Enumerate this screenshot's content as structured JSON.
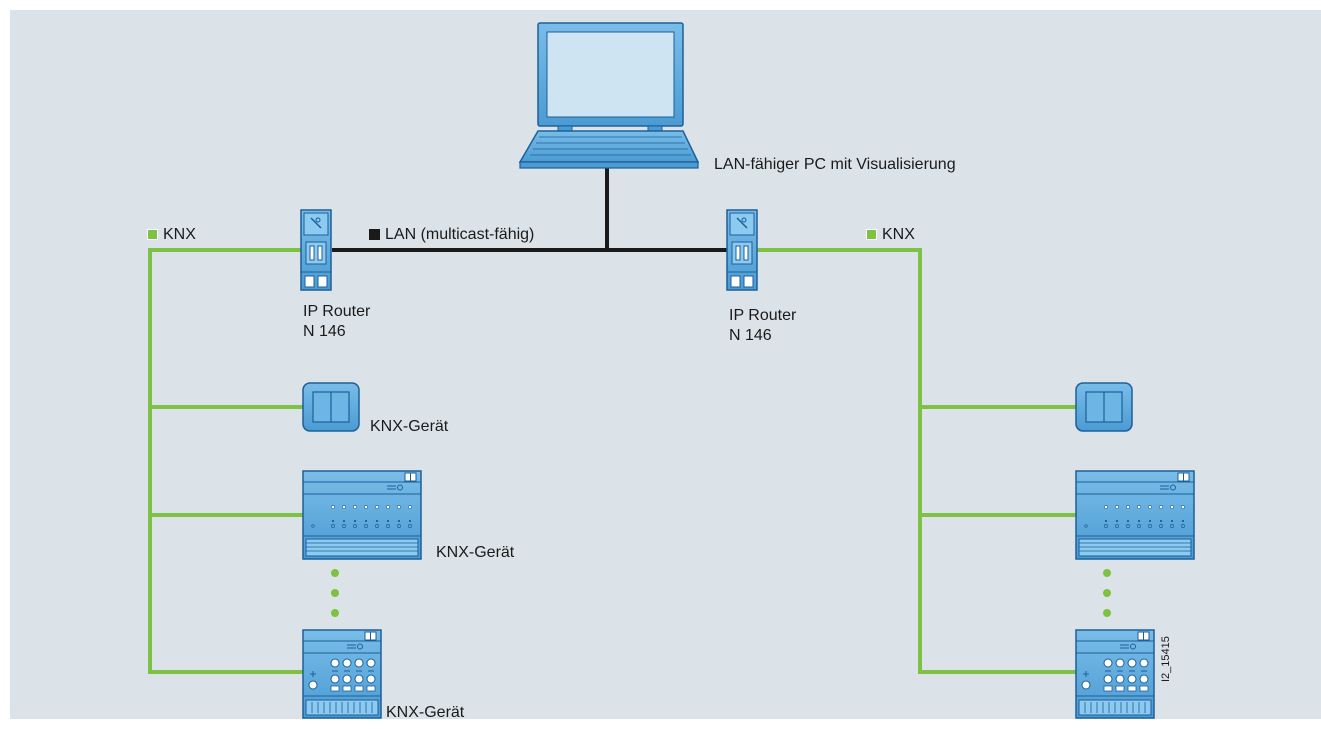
{
  "labels": {
    "pc": "LAN-fähiger PC mit Visualisierung",
    "lan": "LAN (multicast-fähig)",
    "knx_left": "KNX",
    "knx_right": "KNX",
    "router_left_line1": "IP Router",
    "router_left_line2": "N 146",
    "router_right_line1": "IP Router",
    "router_right_line2": "N 146",
    "device1": "KNX-Gerät",
    "device2": "KNX-Gerät",
    "device3": "KNX-Gerät",
    "figure_code": "I2_15415"
  },
  "colors": {
    "background": "#dce3e8",
    "knx_line": "#7dc242",
    "lan_line": "#1a1a1a",
    "device_fill": "#5aa8dc",
    "device_stroke": "#1d5f99",
    "screen": "#cfe4f3"
  }
}
